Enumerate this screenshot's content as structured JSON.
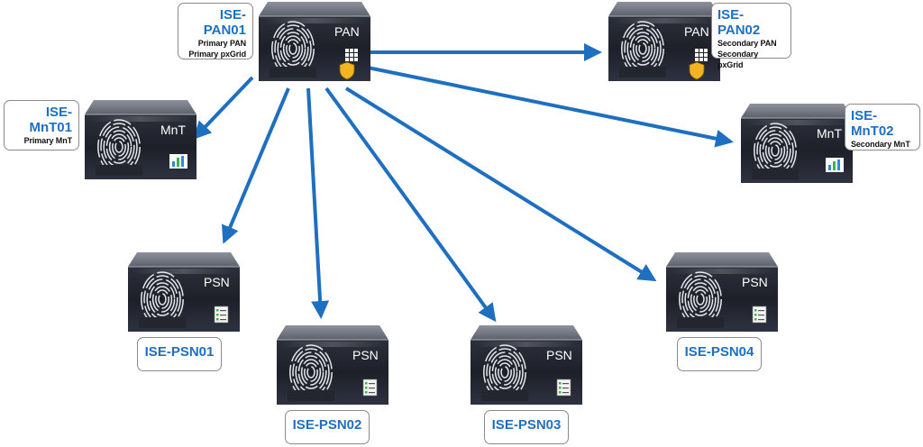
{
  "colors": {
    "arrow": "#1f6fc1",
    "label_name": "#1f6fc1"
  },
  "nodes": {
    "pan01": {
      "name": "ISE-PAN01",
      "tag": "PAN",
      "roles": [
        "Primary PAN",
        "Primary pxGrid"
      ],
      "badge": "pan"
    },
    "pan02": {
      "name": "ISE-PAN02",
      "tag": "PAN",
      "roles": [
        "Secondary PAN",
        "Secondary pxGrid"
      ],
      "badge": "pan"
    },
    "mnt01": {
      "name": "ISE-MnT01",
      "tag": "MnT",
      "roles": [
        "Primary MnT"
      ],
      "badge": "chart"
    },
    "mnt02": {
      "name": "ISE-MnT02",
      "tag": "MnT",
      "roles": [
        "Secondary MnT"
      ],
      "badge": "chart"
    },
    "psn01": {
      "name": "ISE-PSN01",
      "tag": "PSN",
      "roles": [],
      "badge": "list"
    },
    "psn02": {
      "name": "ISE-PSN02",
      "tag": "PSN",
      "roles": [],
      "badge": "list"
    },
    "psn03": {
      "name": "ISE-PSN03",
      "tag": "PSN",
      "roles": [],
      "badge": "list"
    },
    "psn04": {
      "name": "ISE-PSN04",
      "tag": "PSN",
      "roles": [],
      "badge": "list"
    }
  },
  "edges": [
    {
      "from": "pan01",
      "to": "pan02"
    },
    {
      "from": "pan01",
      "to": "mnt01"
    },
    {
      "from": "pan01",
      "to": "mnt02"
    },
    {
      "from": "pan01",
      "to": "psn01"
    },
    {
      "from": "pan01",
      "to": "psn02"
    },
    {
      "from": "pan01",
      "to": "psn03"
    },
    {
      "from": "pan01",
      "to": "psn04"
    }
  ]
}
